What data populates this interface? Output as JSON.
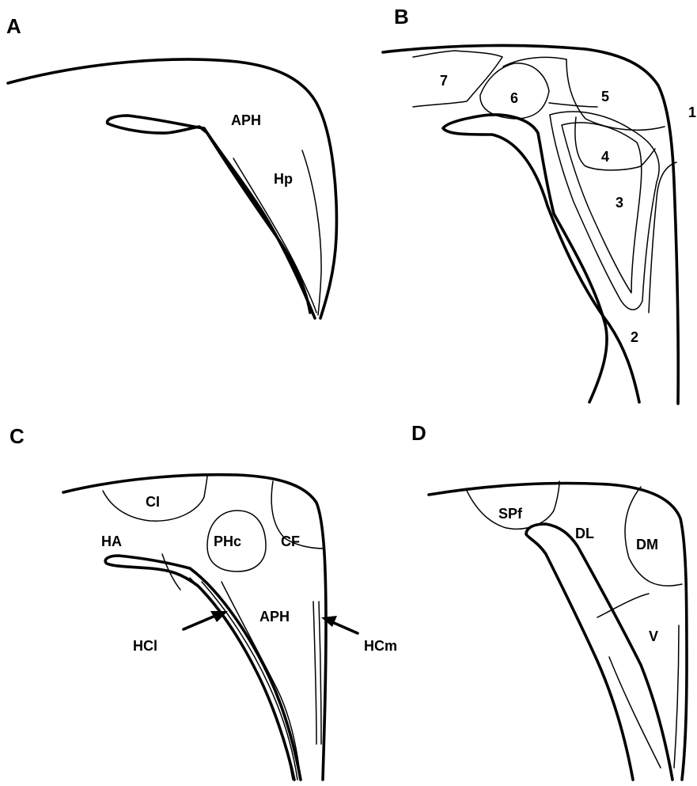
{
  "panels": [
    {
      "letter": "A",
      "labels": [
        "APH",
        "Hp"
      ]
    },
    {
      "letter": "B",
      "labels": [
        "7",
        "6",
        "5",
        "4",
        "3",
        "2",
        "1"
      ]
    },
    {
      "letter": "C",
      "labels": [
        "CI",
        "HA",
        "PHc",
        "CF",
        "APH",
        "HCl",
        "HCm"
      ]
    },
    {
      "letter": "D",
      "labels": [
        "SPf",
        "DL",
        "DM",
        "V"
      ]
    }
  ]
}
